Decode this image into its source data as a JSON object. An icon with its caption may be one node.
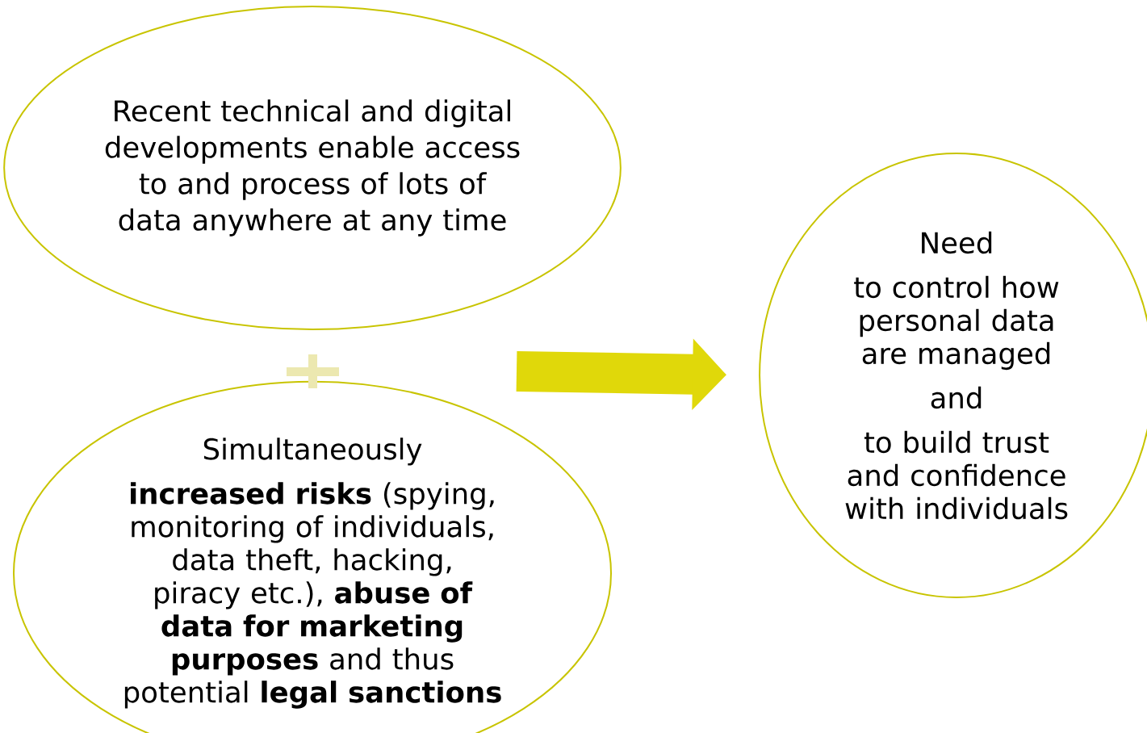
{
  "diagram": {
    "nodes": [
      {
        "text": [
          "Recent technical and digital developments enable access to and process of lots of data anywhere at any time"
        ]
      },
      {
        "text": [
          "Simultaneously",
          "**increased risks** (spying, monitoring of individuals, data theft, hacking, piracy etc.), **abuse of data for marketing purposes** and thus potential **legal sanctions**"
        ]
      },
      {
        "text": [
          "Need",
          "to control how personal data are managed",
          "and",
          "to build trust and confidence with individuals"
        ]
      }
    ],
    "edges": [
      {
        "from": null,
        "to": 2,
        "arrow": "to"
      }
    ]
  }
}
